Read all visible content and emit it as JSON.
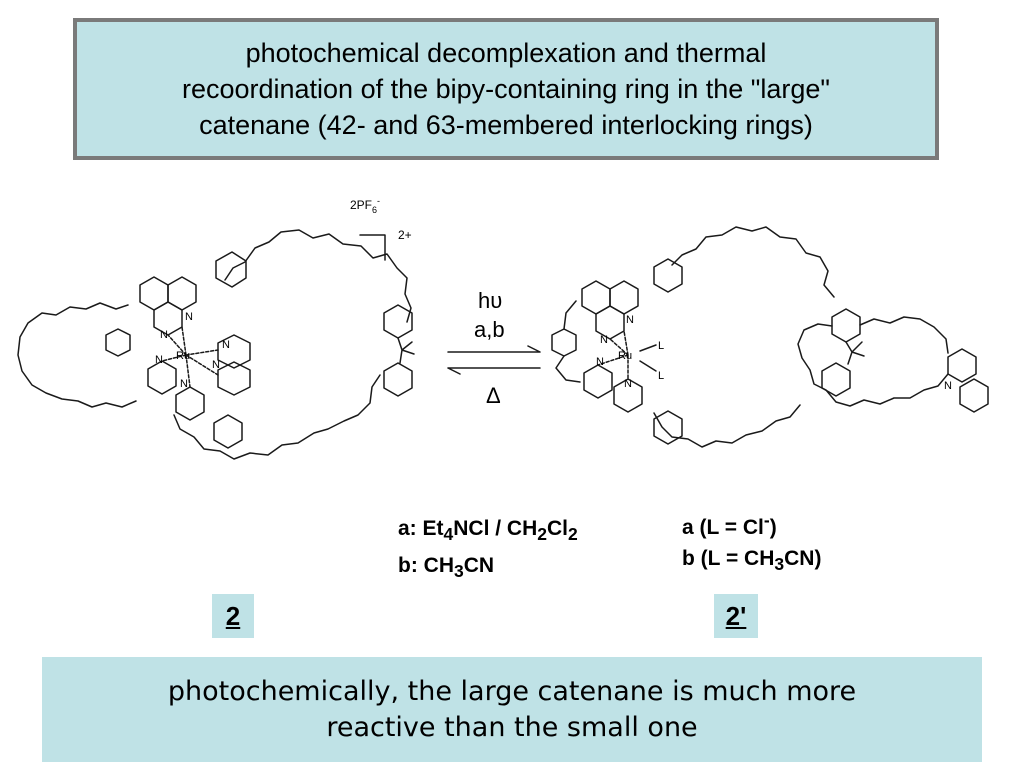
{
  "title": {
    "line1": "photochemical decomplexation and thermal",
    "line2": "recoordination of the bipy-containing ring in the \"large\"",
    "line3": "catenane (42- and 63-membered interlocking rings)"
  },
  "scheme": {
    "counterion_main": "2PF",
    "counterion_sub": "6",
    "counterion_sup": "-",
    "charge": "2+",
    "forward_arrow_line1": "hυ",
    "forward_arrow_line2": "a,b",
    "reverse_arrow_label": "Δ",
    "left_atoms": {
      "metal": "Ru",
      "n1": "N",
      "n2": "N",
      "n3": "N",
      "n4": "N",
      "n5": "N",
      "n6": "N"
    },
    "right_atoms": {
      "metal": "Ru",
      "l1": "L",
      "l2": "L",
      "n1": "N",
      "n2": "N",
      "n3": "N",
      "n4": "N",
      "n5": "N"
    }
  },
  "conditions": {
    "a_prefix": "a: Et",
    "a_sub1": "4",
    "a_mid": "NCl / CH",
    "a_sub2": "2",
    "a_mid2": "Cl",
    "a_sub3": "2",
    "b_prefix": "b: CH",
    "b_sub": "3",
    "b_suffix": "CN"
  },
  "ligands": {
    "a_text": "a (L = Cl",
    "a_sup": "-",
    "a_close": ")",
    "b_text": "b (L = CH",
    "b_sub": "3",
    "b_close": "CN)"
  },
  "labels": {
    "left": "2",
    "right": "2'"
  },
  "footer": {
    "line1": "photochemically, the large catenane is much more",
    "line2": "reactive than the small one"
  },
  "colors": {
    "box_fill": "#bfe2e6",
    "box_border": "#7a7a7a"
  }
}
